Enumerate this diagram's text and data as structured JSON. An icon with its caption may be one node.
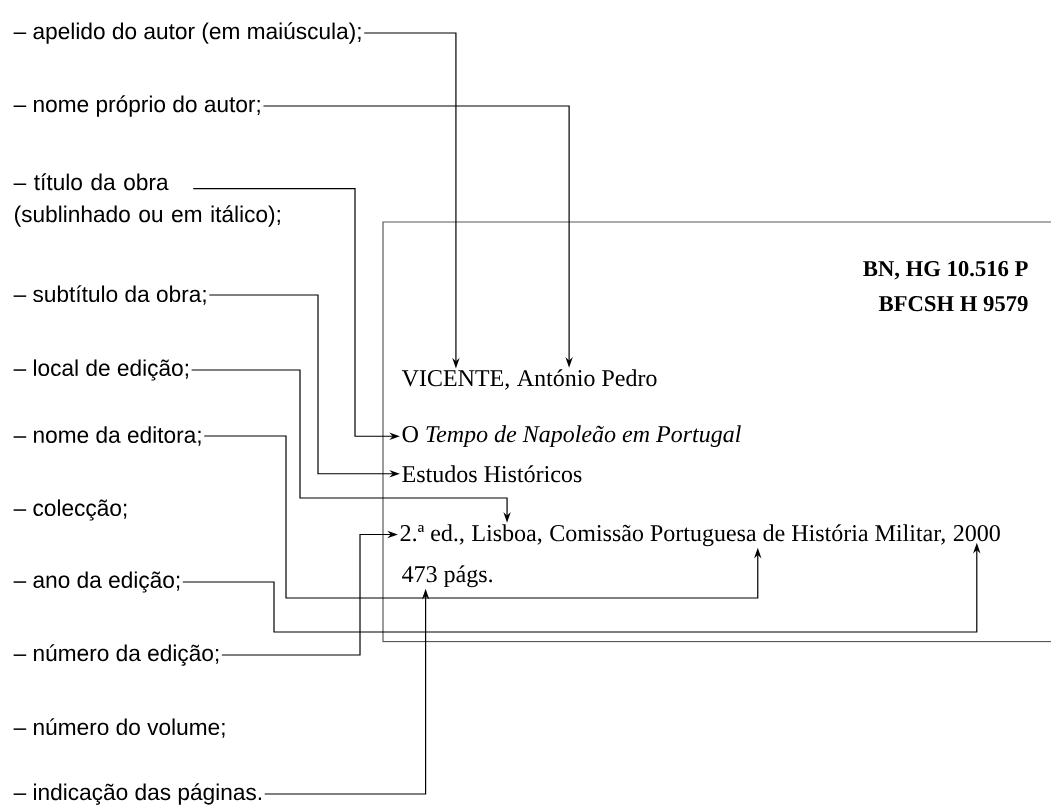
{
  "diagram": {
    "nodes": [
      {
        "text": [
          "– apelido do autor (em maiúscula);"
        ]
      },
      {
        "text": [
          "– nome próprio do autor;"
        ]
      },
      {
        "text": [
          "– título da obra (sublinhado ou em itálico);"
        ]
      },
      {
        "text": [
          "– subtítulo da obra;"
        ]
      },
      {
        "text": [
          "– local de edição;"
        ]
      },
      {
        "text": [
          "– nome da editora;"
        ]
      },
      {
        "text": [
          "– colecção;"
        ]
      },
      {
        "text": [
          "– ano da edição;"
        ]
      },
      {
        "text": [
          "– número da edição;"
        ]
      },
      {
        "text": [
          "– número do volume;"
        ]
      },
      {
        "text": [
          "– indicação das páginas."
        ]
      },
      {
        "text": [],
        "shape": "box"
      },
      {
        "text": [
          "VICENTE,"
        ],
        "in": 11
      },
      {
        "text": [
          "António Pedro"
        ],
        "in": 11
      },
      {
        "text": [
          "O *Tempo de Napoleão em Portugal*"
        ],
        "in": 11
      },
      {
        "text": [
          "Estudos Históricos"
        ],
        "in": 11
      },
      {
        "text": [
          "2.ª ed.,"
        ],
        "in": 11
      },
      {
        "text": [
          "Lisboa,"
        ],
        "in": 11
      },
      {
        "text": [
          "Comissão Portuguesa de História Militar,"
        ],
        "in": 11
      },
      {
        "text": [
          "2000"
        ],
        "in": 11
      },
      {
        "text": [
          "473 págs."
        ],
        "in": 11
      }
    ],
    "edges": [
      {
        "from": 0,
        "to": 12,
        "arrow": "to"
      },
      {
        "from": 1,
        "to": 13,
        "arrow": "to"
      },
      {
        "from": 2,
        "to": 14,
        "arrow": "to"
      },
      {
        "from": 3,
        "to": 15,
        "arrow": "to"
      },
      {
        "from": 4,
        "to": 17,
        "arrow": "to"
      },
      {
        "from": 5,
        "to": 18,
        "arrow": "to"
      },
      {
        "from": 7,
        "to": 19,
        "arrow": "to"
      },
      {
        "from": 8,
        "to": 16,
        "arrow": "to"
      },
      {
        "from": 10,
        "to": 20,
        "arrow": "to"
      }
    ],
    "labels": [
      "BN, HG 10.516 P",
      "BFCSH H 9579"
    ]
  }
}
